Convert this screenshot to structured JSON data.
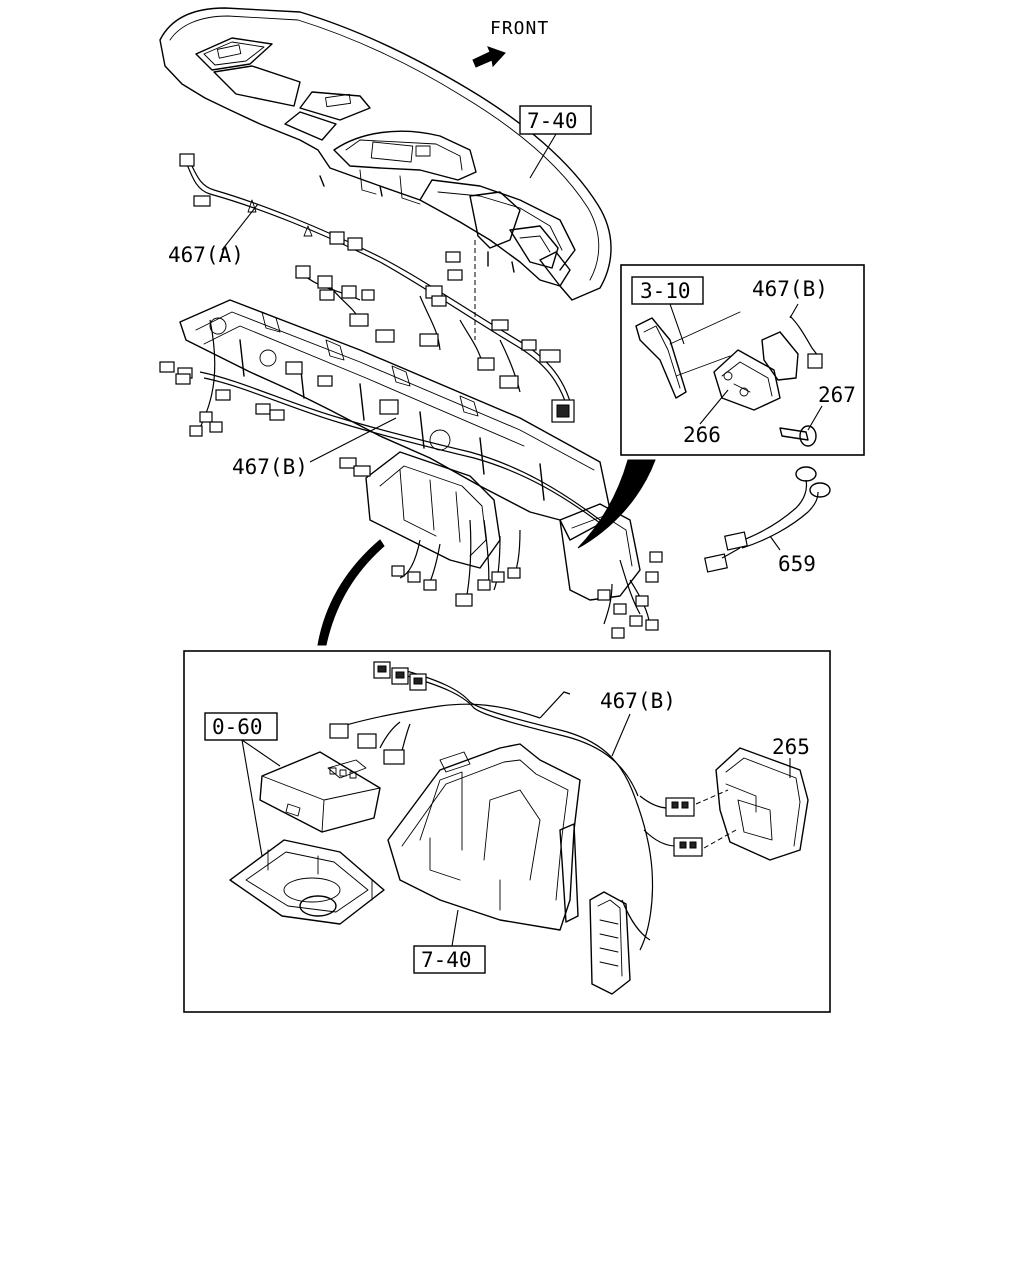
{
  "front_label": "FRONT",
  "callouts": {
    "top_ref_7_40": "7-40",
    "harness_a": "467(A)",
    "harness_b_main": "467(B)",
    "inset_ref_3_10": "3-10",
    "inset_harness_b": "467(B)",
    "inset_part_267": "267",
    "inset_part_266": "266",
    "part_659": "659",
    "lower_ref_0_60": "0-60",
    "lower_harness_b": "467(B)",
    "part_265": "265",
    "lower_ref_7_40": "7-40"
  }
}
